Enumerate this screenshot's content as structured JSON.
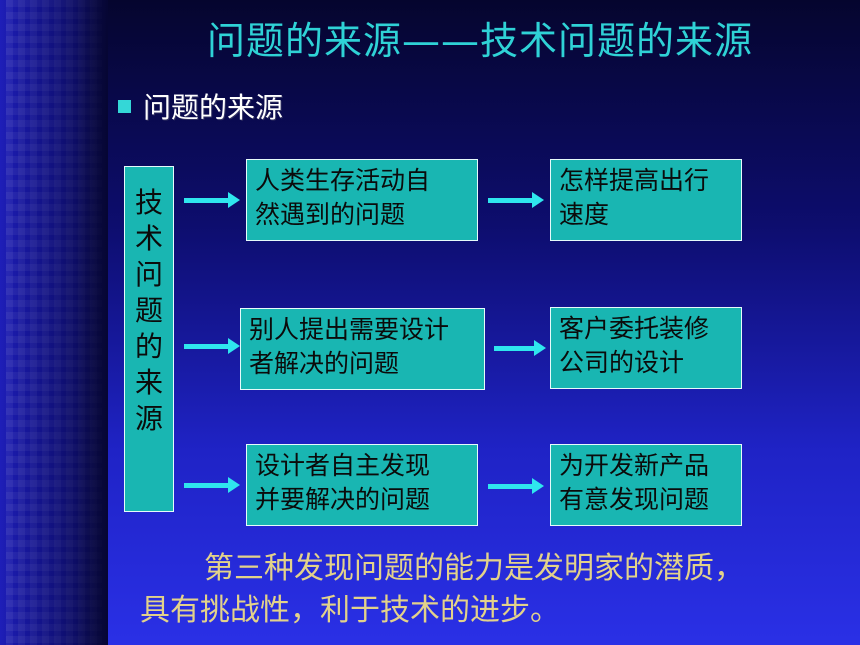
{
  "title": "问题的来源——技术问题的来源",
  "bullet": "问题的来源",
  "vertical_label": [
    "技",
    "术",
    "问",
    "题",
    "的",
    "来",
    "源"
  ],
  "rows": [
    {
      "source": "人类生存活动自然遇到的问题",
      "source_lines": [
        "人类生存活动自",
        "然遇到的问题"
      ],
      "example_lines": [
        "怎样提高出行",
        "速度"
      ]
    },
    {
      "source_lines": [
        "别人提出需要设计",
        "者解决的问题"
      ],
      "example_lines": [
        "客户委托装修",
        "公司的设计"
      ]
    },
    {
      "source_lines": [
        "设计者自主发现",
        "并要解决的问题"
      ],
      "example_lines": [
        "为开发新产品",
        "有意发现问题"
      ]
    }
  ],
  "footer_lines": [
    "第三种发现问题的能力是发明家的潜质，",
    "具有挑战性，利于技术的进步。"
  ],
  "colors": {
    "title": "#2fd2d6",
    "box": "#19b6b2",
    "arrow": "#2fe6ee",
    "footer": "#e3d28a"
  }
}
